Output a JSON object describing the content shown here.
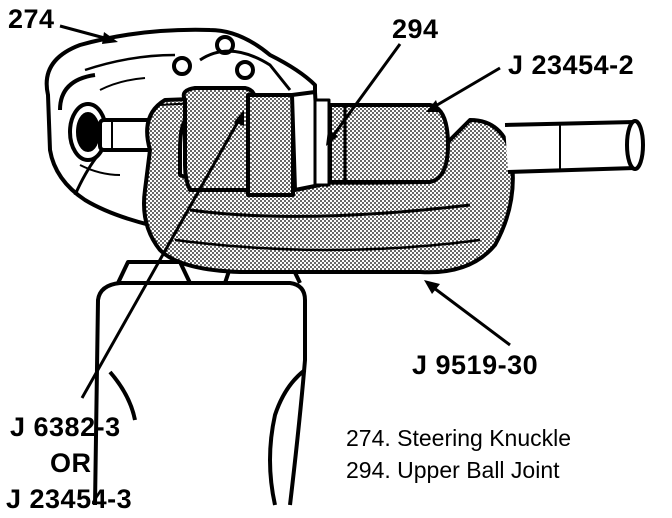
{
  "callouts": {
    "steering_knuckle_ref": "274",
    "upper_ball_joint_ref": "294",
    "tool_j23454_2": "J 23454-2",
    "tool_j9519_30": "J 9519-30",
    "tool_j6382_3": "J 6382-3",
    "or": "OR",
    "tool_j23454_3": "J 23454-3"
  },
  "legend": [
    {
      "number": "274.",
      "text": "Steering Knuckle"
    },
    {
      "number": "294.",
      "text": "Upper Ball Joint"
    }
  ],
  "colors": {
    "ink": "#000000",
    "paper": "#ffffff",
    "stipple": "#000000"
  }
}
